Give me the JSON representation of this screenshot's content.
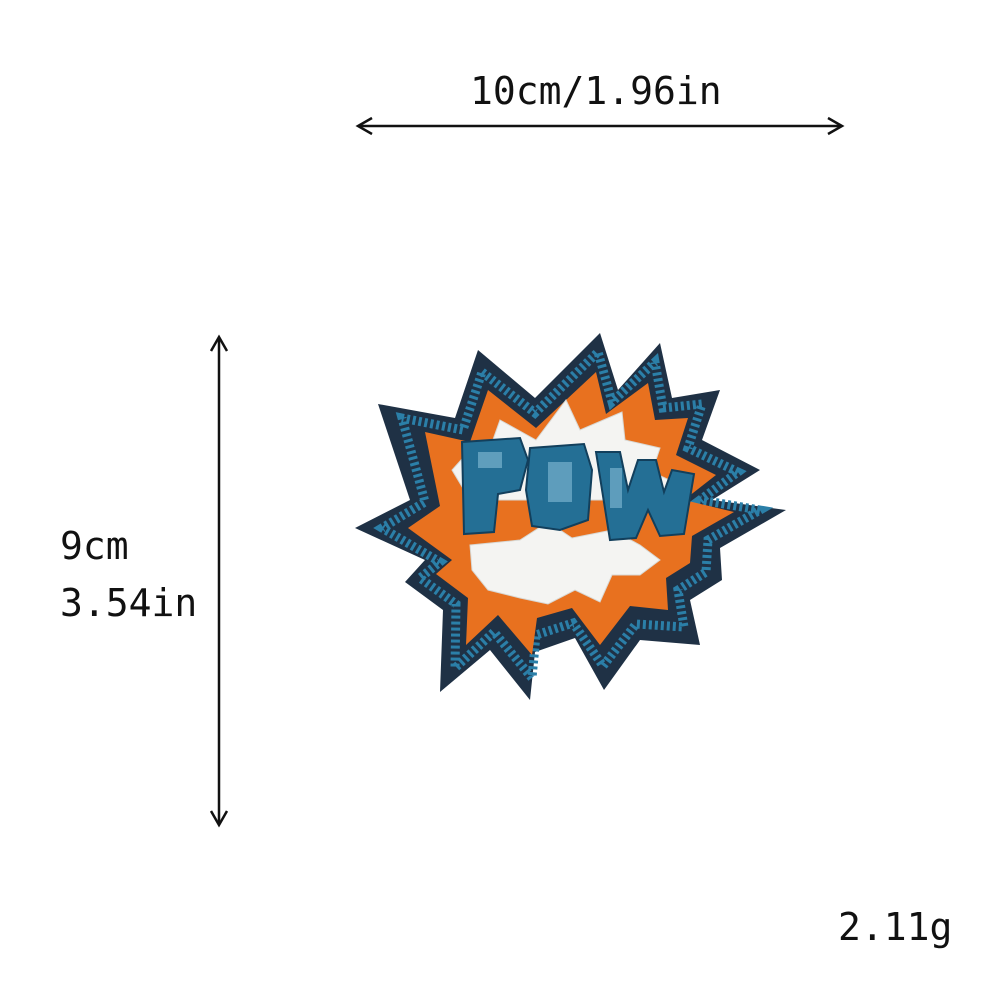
{
  "dimensions": {
    "width_text": "10cm/1.96in",
    "height_cm_text": "9cm",
    "height_in_text": "3.54in",
    "weight_text": "2.11g"
  },
  "patch": {
    "description_word": "POW",
    "colors": {
      "outer_felt": "#1f3145",
      "sequin_blue": "#2b7fa8",
      "orange_thread": "#e8711f",
      "white_sequin": "#f4f4f2",
      "text_sequin": "#246f95"
    }
  }
}
